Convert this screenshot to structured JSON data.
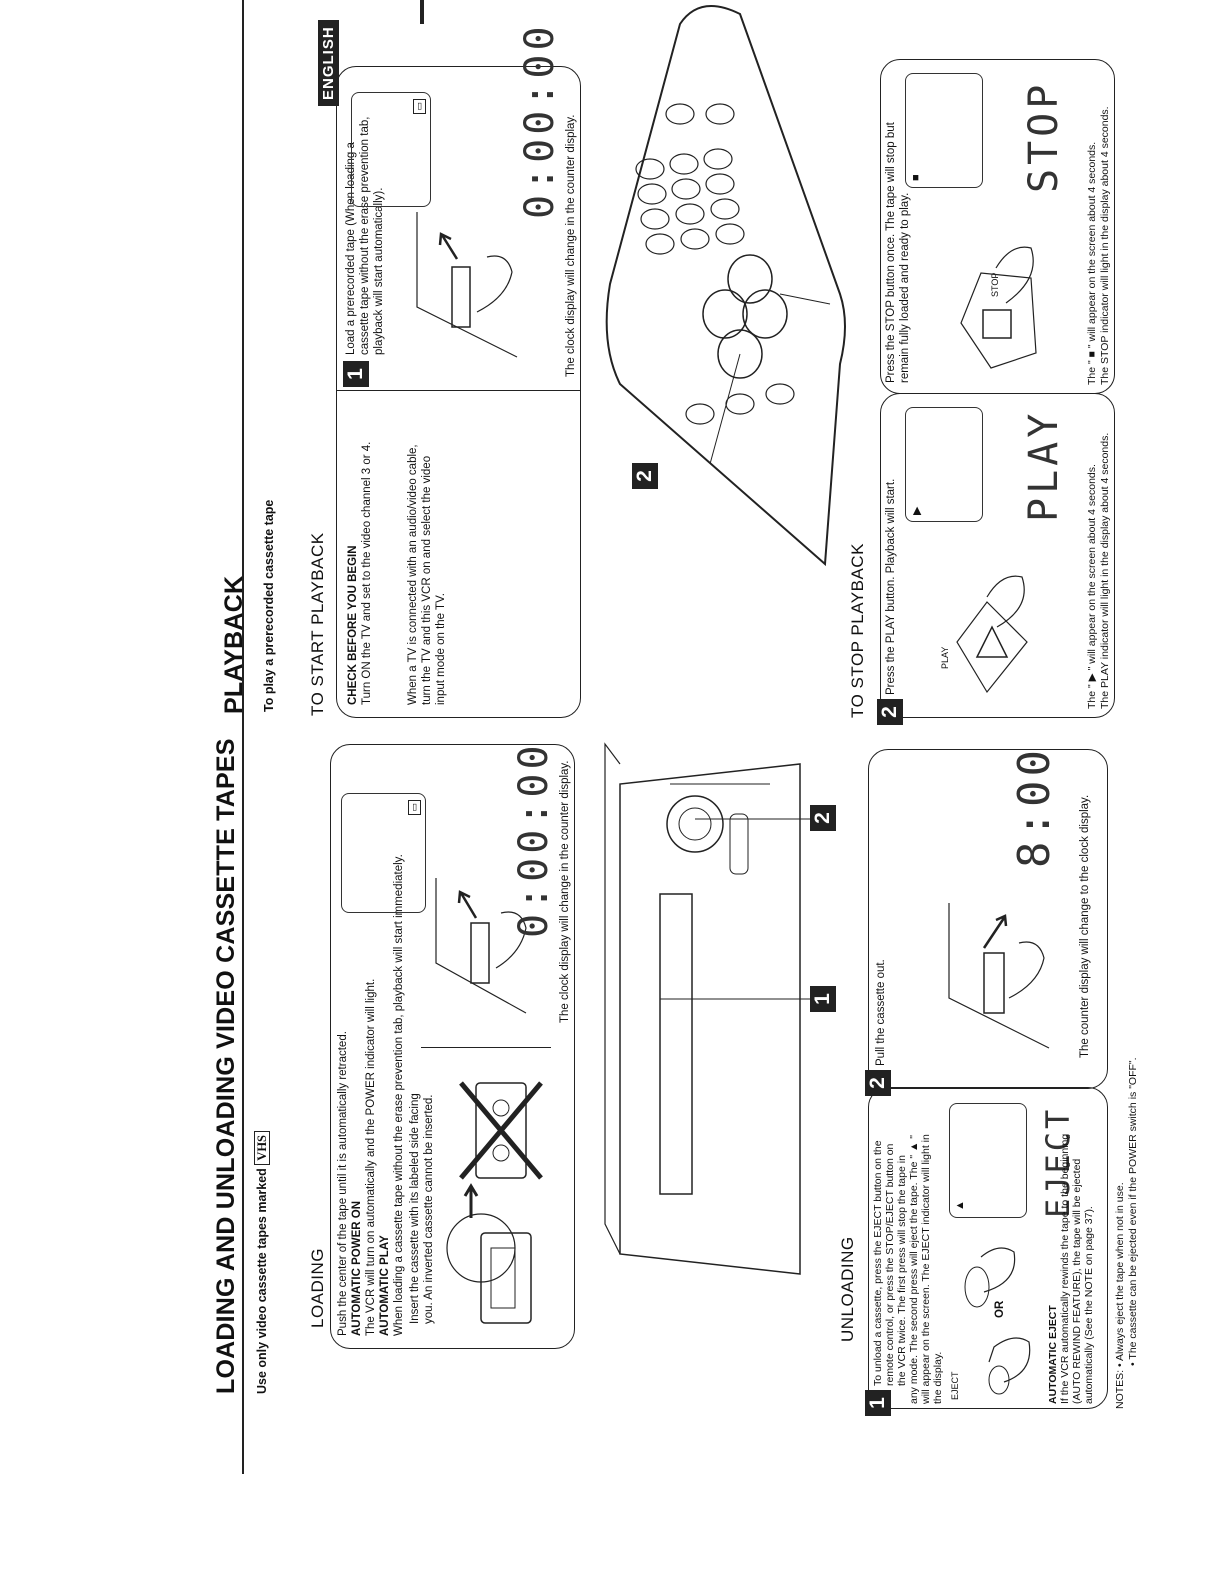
{
  "page_left": {
    "title": "LOADING AND UNLOADING VIDEO CASSETTE TAPES",
    "intro": "Use only video cassette tapes marked",
    "intro_logo": "VHS",
    "loading": {
      "heading": "LOADING",
      "line1": "Push the center of the tape until it is automatically retracted.",
      "auto_power_heading": "AUTOMATIC POWER ON",
      "auto_power_text": "The VCR will turn on automatically and the POWER indicator will light.",
      "auto_play_heading": "AUTOMATIC PLAY",
      "auto_play_text": "When loading a cassette tape without the erase prevention tab, playback will start immediately.",
      "insert_line1": "Insert the cassette with its labeled side facing",
      "insert_line2": "you. An inverted cassette cannot be inserted.",
      "counter_note": "The clock display will change in the counter display.",
      "lcd": "0:00:00"
    },
    "unloading": {
      "heading": "UNLOADING",
      "step1_num": "1",
      "step1_lines": [
        "To unload a cassette, press the EJECT button on the",
        "remote control, or press the STOP/EJECT button on",
        "the VCR twice. The first press will stop the tape in",
        "any mode. The second press will eject the tape. The \" ▲ \"",
        "will appear on the screen. The EJECT indicator will light in",
        "the display."
      ],
      "eject_label": "EJECT",
      "or_label": "OR",
      "auto_eject_heading": "AUTOMATIC EJECT",
      "auto_eject_lines": [
        "If the VCR automatically rewinds the tape to the beginning",
        "(AUTO REWIND FEATURE), the tape will be ejected",
        "automatically (See the NOTE on page 37)."
      ],
      "lcd_step1": "EJECT",
      "step2_num": "2",
      "step2_text": "Pull the cassette out.",
      "step2_note": "The counter display will change to the clock display.",
      "lcd_step2": "8:00"
    },
    "notes": [
      "NOTES: • Always eject the tape when not in use.",
      "• The cassette can be ejected even if the POWER switch is \"OFF\"."
    ],
    "vcr_callout_1": "1",
    "vcr_callout_2": "2"
  },
  "page_right": {
    "title": "PLAYBACK",
    "intro": "To play a prerecorded cassette tape",
    "language_tab": "ENGLISH",
    "start": {
      "heading": "TO START PLAYBACK",
      "check_heading": "CHECK BEFORE YOU BEGIN",
      "check_text": "Turn ON the TV and set to the video channel 3 or 4.",
      "av_lines": [
        "When a TV is connected with an audio/video cable,",
        "turn the TV and this VCR on and select the video",
        "input mode on the TV."
      ],
      "step1_num": "1",
      "step1_lines": [
        "Load a prerecorded tape (When loading a",
        "cassette tape without the erase prevention tab,",
        "playback will start automatically)."
      ],
      "step1_note": "The clock display will change in the counter display.",
      "lcd": "0:00:00"
    },
    "remote_callout": "2",
    "play": {
      "step2_num": "2",
      "step2_text": "Press the PLAY button.  Playback will start.",
      "play_label": "PLAY",
      "lcd": "PLAY",
      "note1": "The \" ▶ \" will appear on the screen about 4 seconds.",
      "note2": "The PLAY indicator will light in the display about 4 seconds."
    },
    "stop": {
      "heading": "TO STOP PLAYBACK",
      "text_lines": [
        "Press the STOP button once. The tape will stop but",
        "remain fully loaded and ready to play."
      ],
      "stop_label": "STOP",
      "lcd": "STOP",
      "note1": "The \" ■ \" will appear on the screen about 4 seconds.",
      "note2": "The STOP indicator will light in the display about 4 seconds."
    }
  }
}
